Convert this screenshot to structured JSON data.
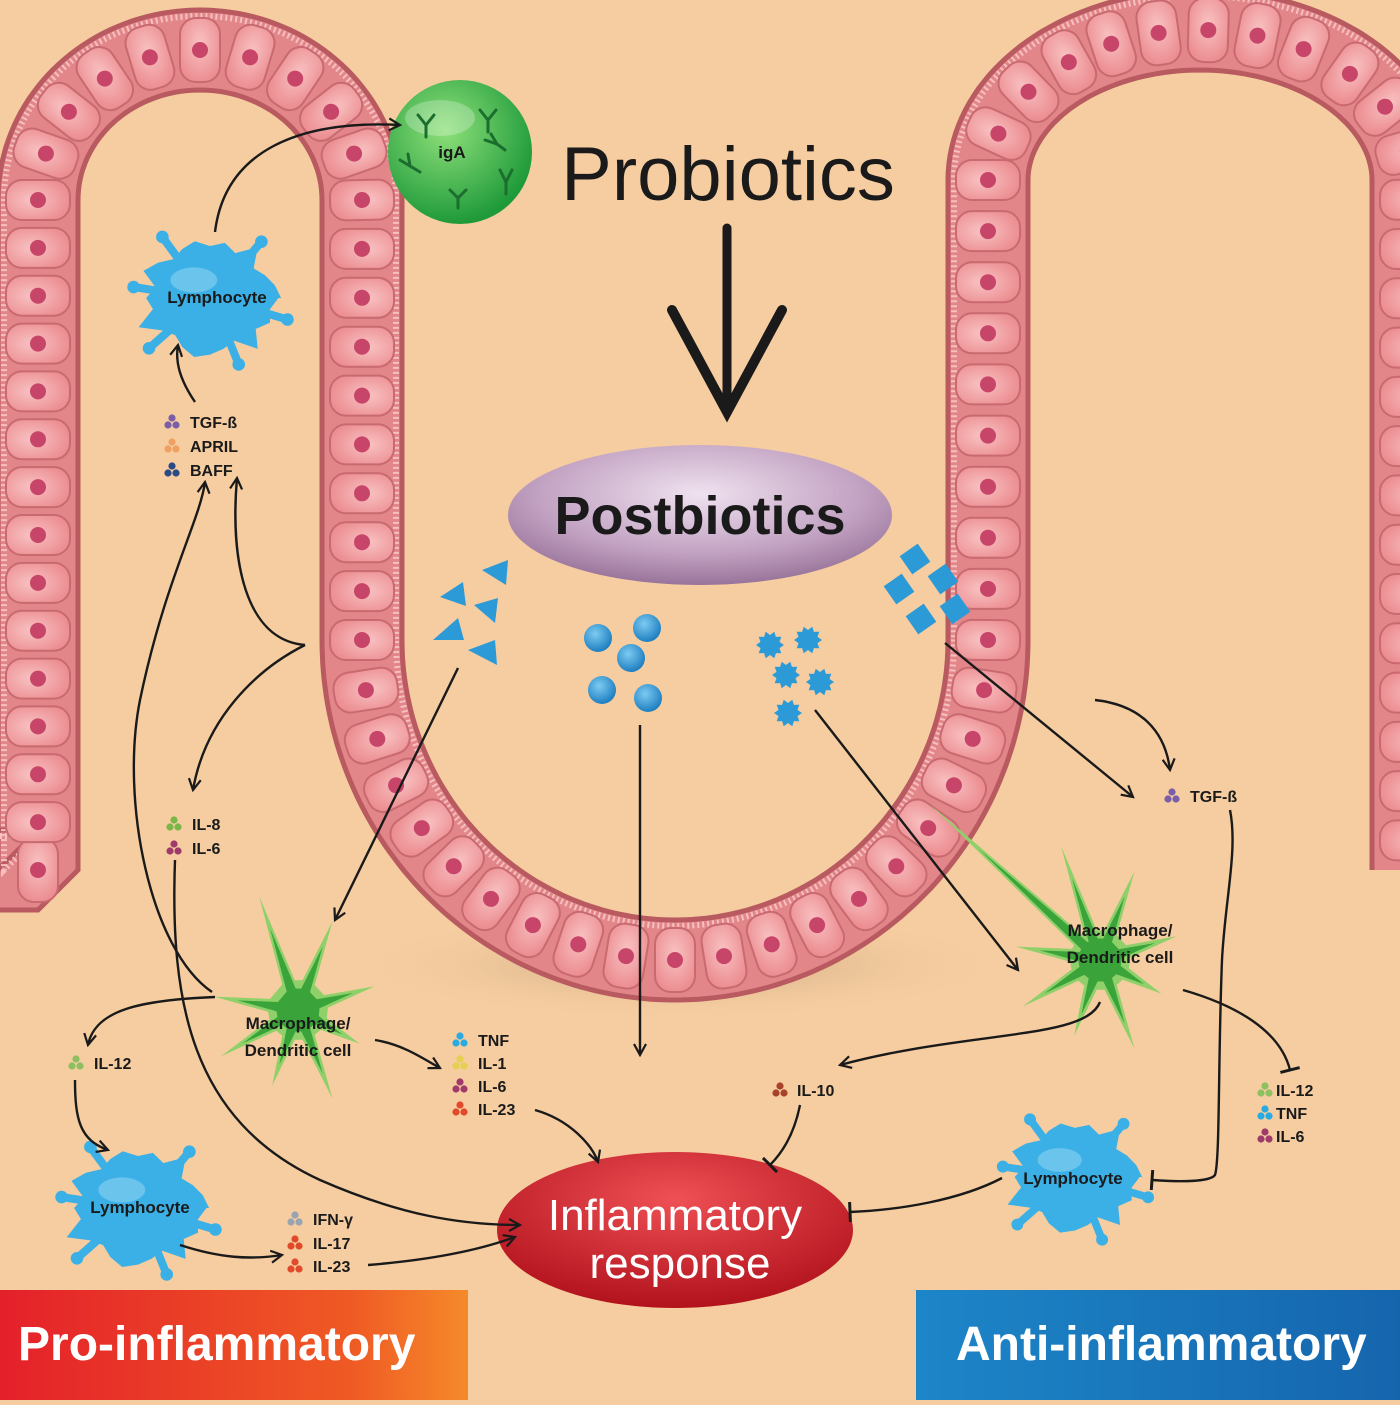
{
  "probiotics": "Probiotics",
  "postbiotics": "Postbiotics",
  "iga": "igA",
  "inflammatory": {
    "line1": "Inflammatory",
    "line2": "response"
  },
  "lymphocyte": "Lymphocyte",
  "macrophage": {
    "line1": "Macrophage/",
    "line2": "Dendritic cell"
  },
  "cytokines": {
    "upper_left": [
      {
        "label": "TGF-ß",
        "color": "#7b5ea8"
      },
      {
        "label": "APRIL",
        "color": "#f0a060"
      },
      {
        "label": "BAFF",
        "color": "#2c4a86"
      }
    ],
    "mid_left": [
      {
        "label": "IL-8",
        "color": "#7ab648"
      },
      {
        "label": "IL-6",
        "color": "#a03a6a"
      }
    ],
    "il12_left": [
      {
        "label": "IL-12",
        "color": "#8cc060"
      }
    ],
    "center": [
      {
        "label": "TNF",
        "color": "#29abe2"
      },
      {
        "label": "IL-1",
        "color": "#e6d050"
      },
      {
        "label": "IL-6",
        "color": "#a03a6a"
      },
      {
        "label": "IL-23",
        "color": "#e04a2a"
      }
    ],
    "lower_left": [
      {
        "label": "IFN-γ",
        "color": "#9aa4b0"
      },
      {
        "label": "IL-17",
        "color": "#e04a2a"
      },
      {
        "label": "IL-23",
        "color": "#e04a2a"
      }
    ],
    "tgf_right": [
      {
        "label": "TGF-ß",
        "color": "#7b5ea8"
      }
    ],
    "il10": [
      {
        "label": "IL-10",
        "color": "#a8422a"
      }
    ],
    "right_inhibited": [
      {
        "label": "IL-12",
        "color": "#8cc060"
      },
      {
        "label": "TNF",
        "color": "#29abe2"
      },
      {
        "label": "IL-6",
        "color": "#a03a6a"
      }
    ]
  },
  "banners": {
    "pro": "Pro-inflammatory",
    "anti": "Anti-inflammatory"
  },
  "colors": {
    "background": "#f5cda0",
    "epithelium": "#f2a0a0",
    "nucleus": "#c8456a",
    "lymphocyte": "#3ab0e6",
    "macrophage": "#3aa43a",
    "postbiotics": "#b898b8",
    "inflammatory": "#d7262e",
    "iga": "#3db44a",
    "pro_banner": "#e4202a",
    "anti_banner": "#1d86c8"
  }
}
